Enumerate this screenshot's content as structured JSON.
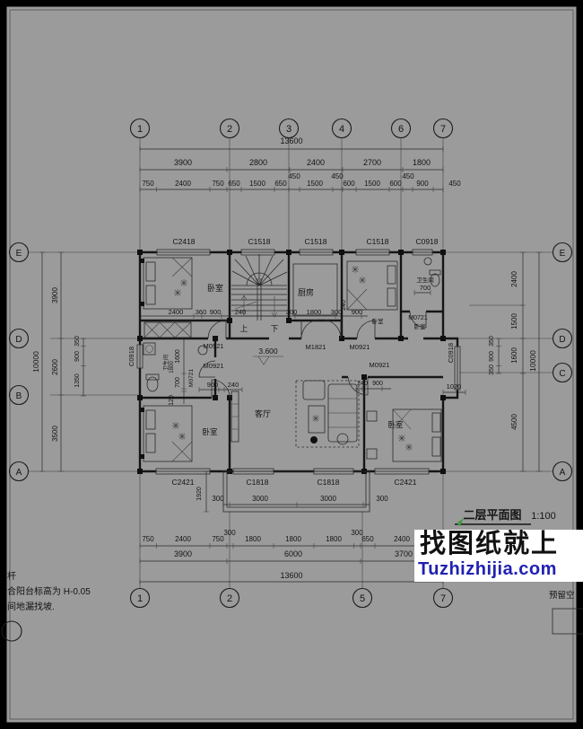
{
  "page": {
    "background": "#9b9b9b",
    "line_color": "#161616"
  },
  "title": {
    "text": "二层平面图",
    "scale": "1:100"
  },
  "watermark": {
    "headline": "找图纸就上",
    "site": "Tuzhizhijia.com",
    "bg": "#ffffff",
    "headline_color": "#111111",
    "site_color": "#2121b2",
    "accent_green": "#3f9b3f"
  },
  "grid_bubbles": {
    "top": [
      "1",
      "2",
      "3",
      "4",
      "6",
      "7"
    ],
    "bottom": [
      "1",
      "2",
      "5",
      "7"
    ],
    "left": [
      "E",
      "D",
      "B",
      "A"
    ],
    "right": [
      "E",
      "D",
      "C",
      "A"
    ]
  },
  "dims": {
    "top_total": "13600",
    "top_major": [
      "3900",
      "2800",
      "2400",
      "2700",
      "1800"
    ],
    "top_minor": [
      "750",
      "2400",
      "750",
      "650",
      "1500",
      "650",
      "450",
      "1500",
      "450",
      "600",
      "1500",
      "600",
      "450",
      "900",
      "450"
    ],
    "bottom_minor": [
      "750",
      "2400",
      "750",
      "300",
      "1800",
      "1800",
      "1800",
      "300",
      "650",
      "2400"
    ],
    "bottom_major": [
      "3900",
      "6000",
      "3700"
    ],
    "bottom_total": "13600",
    "balcony": [
      "300",
      "3000",
      "3000",
      "300"
    ],
    "balcony_depth": "1920",
    "left_total": "10000",
    "left_major": [
      "3900",
      "2600",
      "3500"
    ],
    "left_minor": [
      "350",
      "900",
      "1350"
    ],
    "right_total": "10000",
    "right_major": [
      "2400",
      "1500",
      "1600",
      "4500"
    ],
    "right_minor": [
      "350",
      "900",
      "350"
    ],
    "right_bay": "1020"
  },
  "windows": {
    "top": [
      "C2418",
      "C1518",
      "C1518",
      "C1518",
      "C0918"
    ],
    "bottom": [
      "C2421",
      "C1818",
      "C1818",
      "C2421"
    ],
    "left": "C0918",
    "right": "C0918"
  },
  "doors": {
    "m0921": "M0921",
    "m1821": "M1821",
    "m0721": "M0721"
  },
  "rooms": {
    "bedroom": "卧室",
    "kitchen": "厨房",
    "living": "客厅",
    "bathroom": "卫生间",
    "up": "上",
    "down": "下"
  },
  "level": "3.600",
  "inner": {
    "2400": "2400",
    "360": "360",
    "900": "900",
    "240": "240",
    "300": "300",
    "1800": "1800",
    "700": "700",
    "1600": "1600",
    "120": "120",
    "1020": "1020"
  },
  "notes": {
    "left1": "杆",
    "left2": "合阳台标高为 H-0.05",
    "left3": "间地漏找坡.",
    "right": "预留空"
  }
}
